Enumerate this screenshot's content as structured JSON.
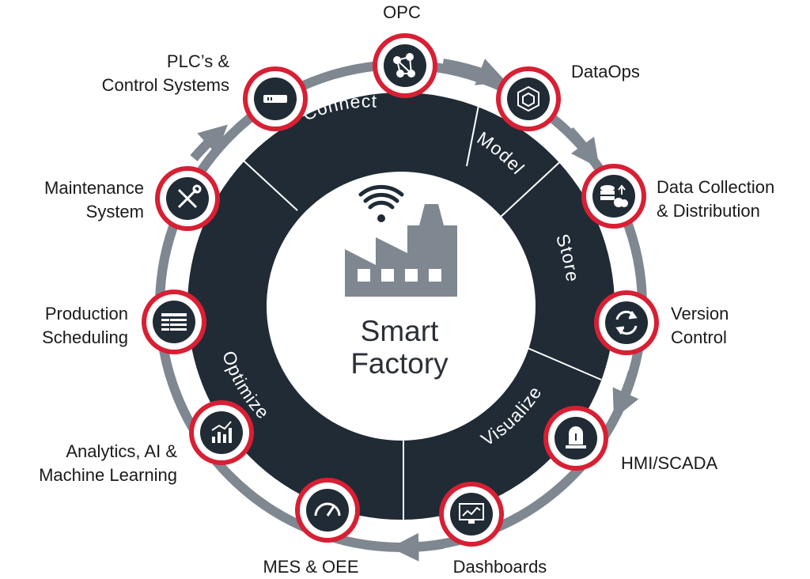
{
  "center": {
    "title_line1": "Smart",
    "title_line2": "Factory",
    "icon": "smart-factory-wifi-icon"
  },
  "segments": [
    {
      "label": "Connect"
    },
    {
      "label": "Model"
    },
    {
      "label": "Store"
    },
    {
      "label": "Visualize"
    },
    {
      "label": "Optimize"
    }
  ],
  "nodes": [
    {
      "key": "opc",
      "label_lines": [
        "OPC"
      ],
      "icon": "network-nodes-icon"
    },
    {
      "key": "dataops",
      "label_lines": [
        "DataOps"
      ],
      "icon": "cube-icon"
    },
    {
      "key": "data-collection",
      "label_lines": [
        "Data Collection",
        "& Distribution"
      ],
      "icon": "database-cloud-icon"
    },
    {
      "key": "version-control",
      "label_lines": [
        "Version",
        "Control"
      ],
      "icon": "sync-arrows-icon"
    },
    {
      "key": "hmi-scada",
      "label_lines": [
        "HMI/SCADA"
      ],
      "icon": "alarm-beacon-icon"
    },
    {
      "key": "dashboards",
      "label_lines": [
        "Dashboards"
      ],
      "icon": "monitor-chart-icon"
    },
    {
      "key": "mes-oee",
      "label_lines": [
        "MES & OEE"
      ],
      "icon": "gauge-icon"
    },
    {
      "key": "analytics-ai",
      "label_lines": [
        "Analytics, AI &",
        "Machine Learning"
      ],
      "icon": "bar-trend-icon"
    },
    {
      "key": "production-scheduling",
      "label_lines": [
        "Production",
        "Scheduling"
      ],
      "icon": "schedule-board-icon"
    },
    {
      "key": "maintenance-system",
      "label_lines": [
        "Maintenance",
        "System"
      ],
      "icon": "wrench-screwdriver-icon"
    },
    {
      "key": "plcs-control",
      "label_lines": [
        "PLC’s &",
        "Control Systems"
      ],
      "icon": "plc-device-icon"
    }
  ],
  "colors": {
    "ring": "#202b35",
    "accent_red": "#d81f33",
    "arrow_gray": "#7f8791",
    "factory_gray": "#7f8791"
  }
}
